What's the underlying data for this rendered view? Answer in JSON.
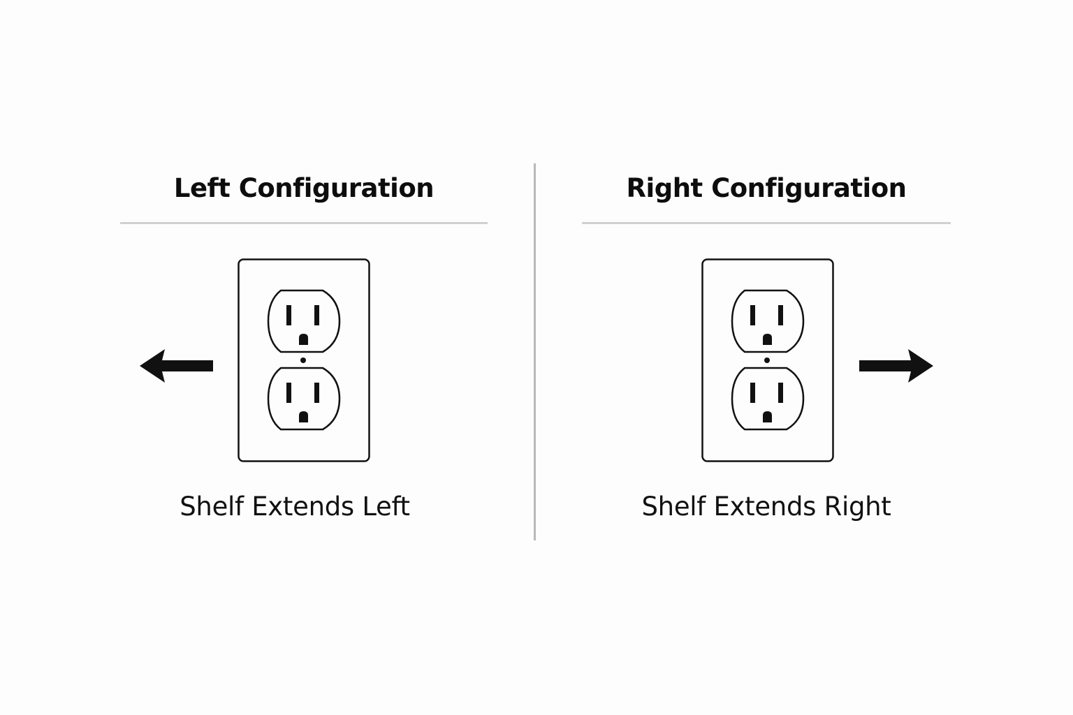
{
  "configurations": [
    {
      "id": "left",
      "title": "Left Configuration",
      "caption": "Shelf Extends Left",
      "arrow_direction": "left",
      "icon": "duplex-outlet-icon"
    },
    {
      "id": "right",
      "title": "Right Configuration",
      "caption": "Shelf Extends Right",
      "arrow_direction": "right",
      "icon": "duplex-outlet-icon"
    }
  ],
  "colors": {
    "background": "#fdfdfd",
    "ink": "#111111",
    "rule": "#d0d0d0",
    "divider": "#b9b9b9"
  }
}
